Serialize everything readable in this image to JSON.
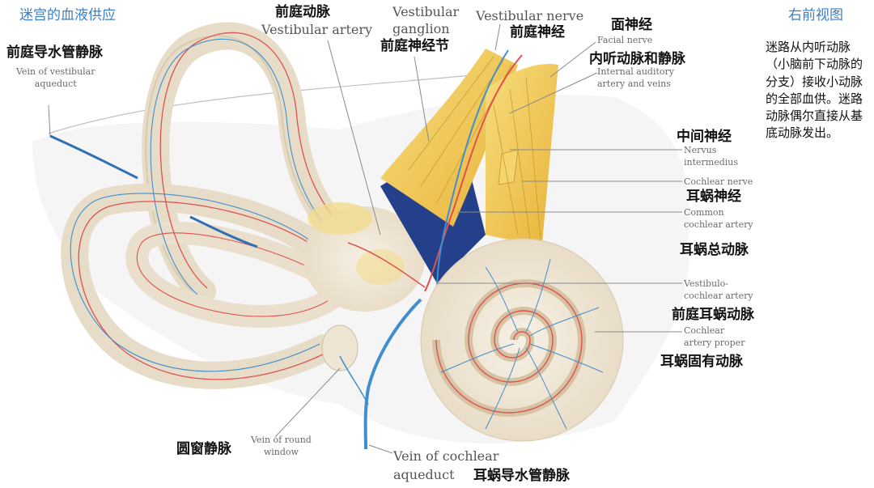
{
  "header": {
    "title_left": "迷宫的血液供应",
    "title_right": "右前视图"
  },
  "labels": {
    "vein_vest_aqueduct_cn": "前庭导水管静脉",
    "vein_vest_aqueduct_en": "Vein of vestibular\naqueduct",
    "vest_artery_cn": "前庭动脉",
    "vest_artery_en": "Vestibular artery",
    "vest_ganglion_en": "Vestibular\nganglion",
    "vest_ganglion_cn": "前庭神经节",
    "vest_nerve_en": "Vestibular nerve",
    "vest_nerve_cn": "前庭神经",
    "facial_nerve_cn": "面神经",
    "facial_nerve_en": "Facial nerve",
    "int_auditory_cn": "内听动脉和静脉",
    "int_auditory_en": "Internal auditory\nartery and veins",
    "nervus_int_cn": "中间神经",
    "nervus_int_en": "Nervus\nintermedius",
    "cochlear_nerve_en": "Cochlear nerve",
    "cochlear_nerve_cn": "耳蜗神经",
    "common_coch_en": "Common\ncochlear artery",
    "common_coch_cn": "耳蜗总动脉",
    "vestibulo_coch_en": "Vestibulo-\ncochlear artery",
    "vestibulo_coch_cn": "前庭耳蜗动脉",
    "coch_proper_en": "Cochlear\nartery proper",
    "coch_proper_cn": "耳蜗固有动脉",
    "round_window_en": "Vein of round\nwindow",
    "round_window_cn": "圆窗静脉",
    "coch_aqueduct_en": "Vein of cochlear\naqueduct",
    "coch_aqueduct_cn": "耳蜗导水管静脉"
  },
  "note": {
    "text": "迷路从内听动脉（小脑前下动脉的分支）接收小动脉的全部血供。迷路动脉偶尔直接从基底动脉发出。"
  },
  "colors": {
    "title_blue": "#3a7fc8",
    "artery_red": "#e0524f",
    "vein_blue": "#3f8fcf",
    "nerve_yellow": "#f2c84a",
    "bone_beige": "#efe6d6"
  }
}
